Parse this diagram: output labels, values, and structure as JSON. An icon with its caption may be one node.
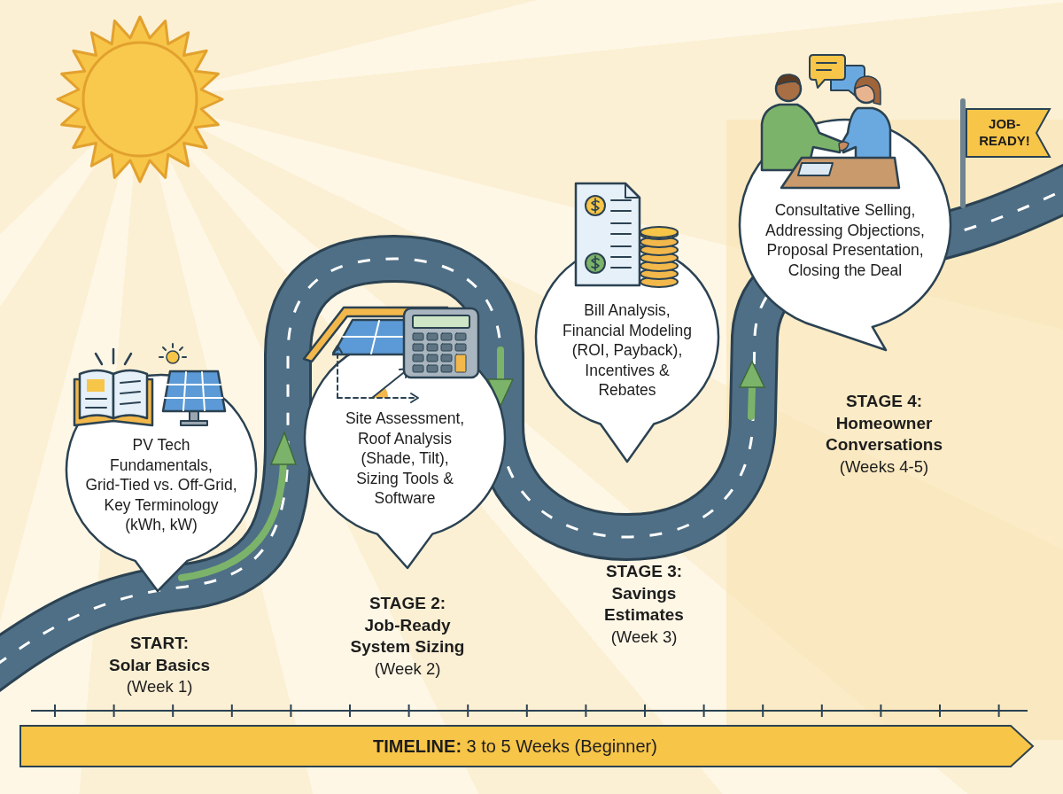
{
  "diagram": {
    "nodes": [
      {
        "text": [
          "PV Tech Fundamentals, Grid-Tied vs. Off-Grid, Key Terminology (kWh, kW)"
        ],
        "beside": [
          "START: Solar Basics",
          "(Week 1)"
        ]
      },
      {
        "text": [
          "Site Assessment, Roof Analysis (Shade, Tilt), Sizing Tools & Software"
        ],
        "beside": [
          "STAGE 2: Job-Ready System Sizing",
          "(Week 2)"
        ]
      },
      {
        "text": [
          "Bill Analysis, Financial Modeling (ROI, Payback), Incentives & Rebates"
        ],
        "beside": [
          "STAGE 3: Savings Estimates",
          "(Week 3)"
        ]
      },
      {
        "text": [
          "Consultative Selling, Addressing Objections, Proposal Presentation, Closing the Deal"
        ],
        "beside": [
          "STAGE 4: Homeowner Conversations",
          "(Weeks 4-5)"
        ]
      },
      {
        "text": [
          "JOB-READY!"
        ]
      },
      {
        "text": [
          "**TIMELINE:** 3 to 5 Weeks (Beginner)"
        ]
      }
    ]
  }
}
